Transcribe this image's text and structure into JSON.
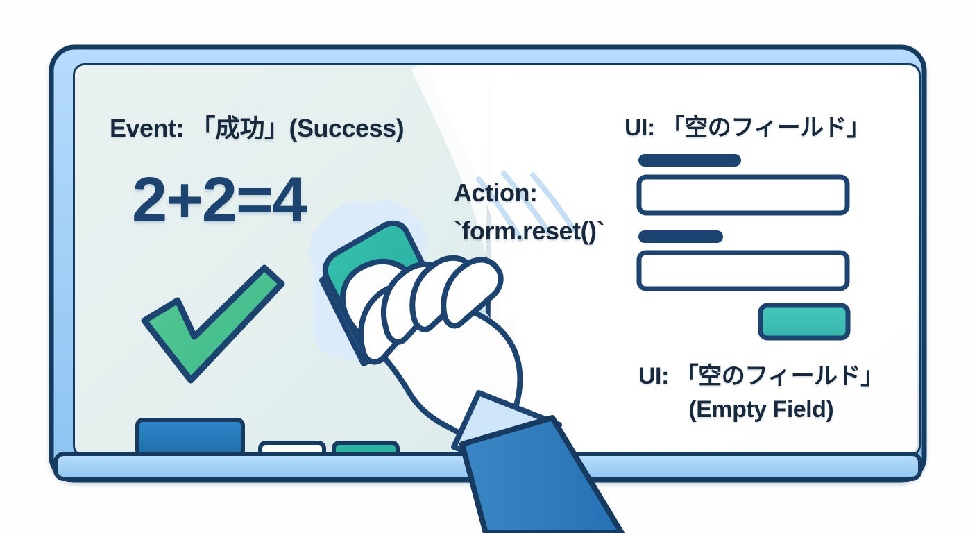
{
  "illustration": {
    "title": "Whiteboard form reset illustration",
    "style": "flat line-art, navy outline"
  },
  "board": {
    "frame_color": "#9ecdf5",
    "outline_color": "#173a60",
    "left_panel_color": "#e9f1f0",
    "right_panel_color": "#fbfbfa",
    "tray_color": "#a9d4f7",
    "divider_color": "#1d4370"
  },
  "left_panel": {
    "event_label": "Event: 「成功」(Success)",
    "equation": "2+2=4",
    "check_mark": {
      "name": "check-icon",
      "fill": "#4cc38a",
      "stroke": "#1d4370"
    },
    "tray_items": [
      {
        "name": "eraser-block",
        "color": "#2077bd"
      },
      {
        "name": "marker-white",
        "color": "#ffffff"
      },
      {
        "name": "marker-teal",
        "color": "#2bb3a3"
      }
    ]
  },
  "center": {
    "action_line1": "Action:",
    "action_line2": "`form.reset()`",
    "hand": {
      "name": "hand-with-eraser",
      "skin_fill": "#ffffff",
      "stroke": "#1d4370",
      "sleeve_color": "#2f7fc1"
    },
    "eraser": {
      "name": "eraser-tool",
      "top_color": "#33b9a8",
      "side_color": "#3d72ad"
    },
    "erase_trail": {
      "name": "erase-swipe-trail",
      "color": "#ffffff",
      "motion_line_color": "#c6dff4"
    }
  },
  "right_panel": {
    "title": "UI: 「空のフィールド」",
    "caption_line1": "UI: 「空のフィールド」",
    "caption_line2": "(Empty Field)",
    "form": {
      "fields": [
        {
          "name": "field-one",
          "label_width": 148,
          "value": "",
          "placeholder": ""
        },
        {
          "name": "field-two",
          "label_width": 122,
          "value": "",
          "placeholder": ""
        }
      ],
      "submit_button": {
        "name": "submit-button",
        "label": "",
        "color": "#3fc0b5"
      },
      "field_stroke": "#1d4370",
      "field_fill": "#ffffff",
      "label_fill": "#1d4370"
    }
  }
}
